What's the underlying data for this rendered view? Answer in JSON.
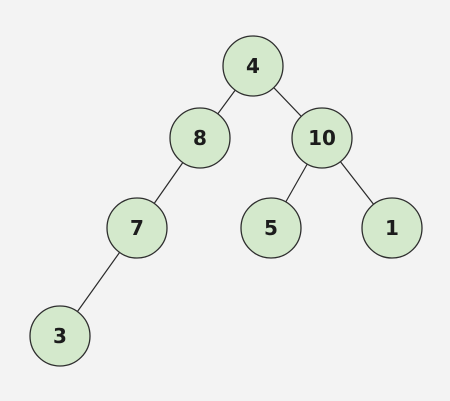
{
  "tree": {
    "colors": {
      "background": "#f3f3f3",
      "node_fill": "#d4e9cc",
      "node_stroke": "#2e2e2e",
      "edge": "#2a2a2a"
    },
    "nodes": [
      {
        "id": "n4",
        "label": "4"
      },
      {
        "id": "n8",
        "label": "8"
      },
      {
        "id": "n10",
        "label": "10"
      },
      {
        "id": "n7",
        "label": "7"
      },
      {
        "id": "n5",
        "label": "5"
      },
      {
        "id": "n1",
        "label": "1"
      },
      {
        "id": "n3",
        "label": "3"
      }
    ],
    "edges": [
      {
        "from": "n4",
        "to": "n8"
      },
      {
        "from": "n4",
        "to": "n10"
      },
      {
        "from": "n8",
        "to": "n7"
      },
      {
        "from": "n10",
        "to": "n5"
      },
      {
        "from": "n10",
        "to": "n1"
      },
      {
        "from": "n7",
        "to": "n3"
      }
    ]
  }
}
